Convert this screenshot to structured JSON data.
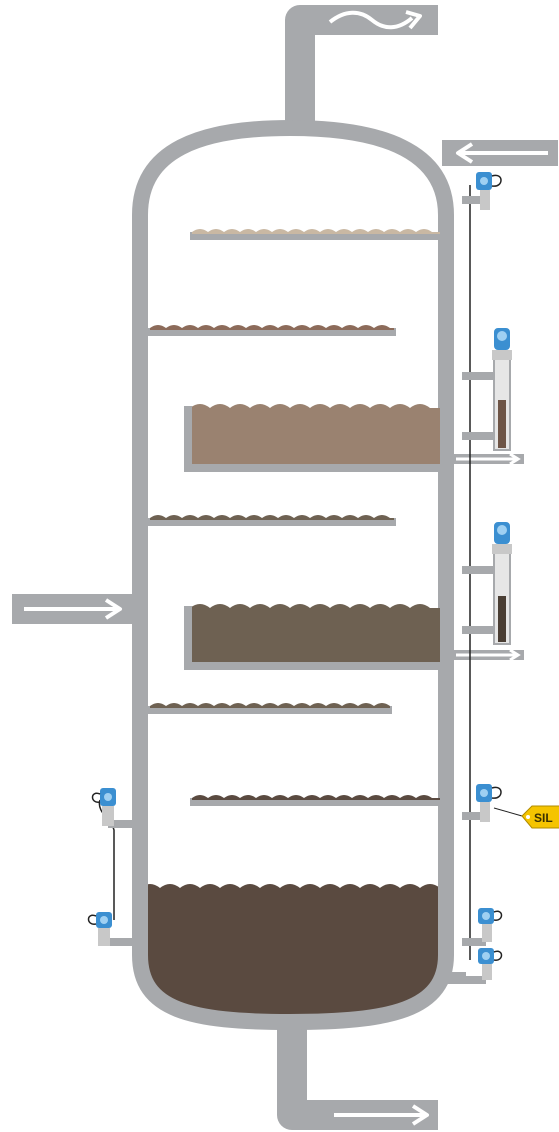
{
  "sil_tag": {
    "label": "SIL"
  },
  "colors": {
    "vessel_wall": "#a7a9ac",
    "pipe": "#a7a9ac",
    "liquid_light": "#c9b8a3",
    "liquid_tray1": "#8c6b5a",
    "liquid_tray2": "#9a8270",
    "liquid_tray3": "#6e6152",
    "liquid_bottom": "#5a4a40",
    "transmitter_blue": "#3b8fd1",
    "sil_tag": "#f5c400"
  },
  "icons": {
    "top_outlet": "vapor-wave-icon",
    "reflux_inlet": "right-to-left-arrow-icon",
    "feed_inlet": "left-to-right-arrow-icon",
    "side_draws": "arrow-right-icon",
    "bottom_outlet": "arrow-right-icon",
    "transmitters": "pressure-transmitter-icon",
    "level_gauges": "radar-level-icon"
  },
  "levels": {
    "tray_1_fill": 0.1,
    "tray_2_fill": 0.1,
    "chimney_tray_1_fill": 0.7,
    "tray_3_fill": 0.1,
    "chimney_tray_2_fill": 0.7,
    "tray_4_fill": 0.1,
    "tray_5_fill": 0.1,
    "sump_fill": 0.8
  }
}
